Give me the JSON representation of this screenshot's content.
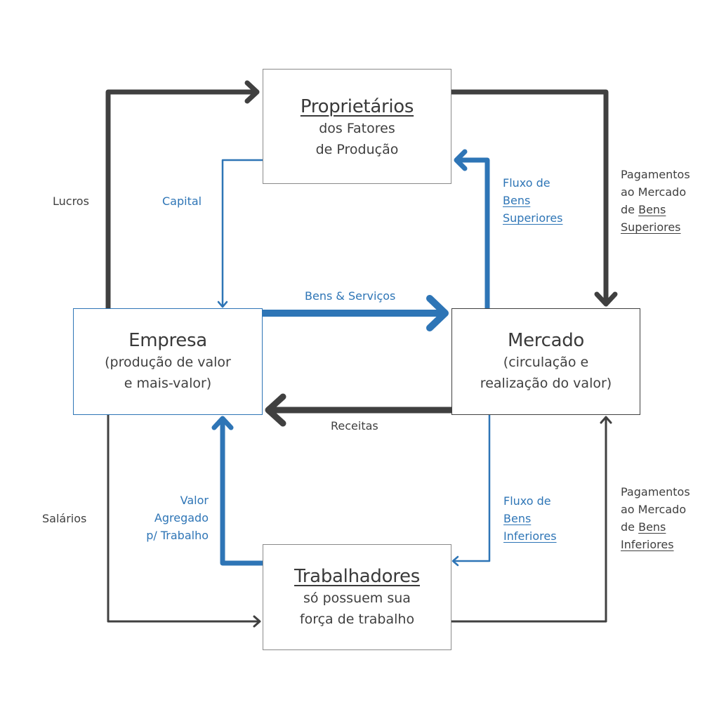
{
  "colors": {
    "blue": "#2e75b6",
    "dark": "#404040",
    "box_border": "#8a8a8a"
  },
  "nodes": {
    "proprietarios": {
      "title": "Proprietários",
      "line1": "dos Fatores",
      "line2": "de Produção"
    },
    "empresa": {
      "title": "Empresa",
      "line1": "(produção de valor",
      "line2": "e mais-valor)"
    },
    "mercado": {
      "title": "Mercado",
      "line1": "(circulação e",
      "line2": "realização do valor)"
    },
    "trabalhadores": {
      "title": "Trabalhadores",
      "line1": "só possuem sua",
      "line2": "força de trabalho"
    }
  },
  "flows": {
    "lucros": {
      "label": "Lucros",
      "from": "Empresa",
      "to": "Proprietários"
    },
    "capital": {
      "label": "Capital",
      "from": "Proprietários",
      "to": "Empresa"
    },
    "bens_servicos": {
      "label": "Bens & Serviços",
      "from": "Empresa",
      "to": "Mercado"
    },
    "receitas": {
      "label": "Receitas",
      "from": "Mercado",
      "to": "Empresa"
    },
    "fluxo_superiores": {
      "line1": "Fluxo de",
      "line2": "Bens",
      "line3": "Superiores",
      "from": "Mercado",
      "to": "Proprietários"
    },
    "pag_superiores": {
      "line1": "Pagamentos",
      "line2": "ao Mercado",
      "line3_prefix": "de ",
      "line3": "Bens",
      "line4": "Superiores",
      "from": "Proprietários",
      "to": "Mercado"
    },
    "salarios": {
      "label": "Salários",
      "from": "Empresa",
      "to": "Trabalhadores"
    },
    "valor_agregado": {
      "line1": "Valor",
      "line2": "Agregado",
      "line3": "p/ Trabalho",
      "from": "Trabalhadores",
      "to": "Empresa"
    },
    "fluxo_inferiores": {
      "line1": "Fluxo de",
      "line2": "Bens",
      "line3": "Inferiores",
      "from": "Mercado",
      "to": "Trabalhadores"
    },
    "pag_inferiores": {
      "line1": "Pagamentos",
      "line2": "ao Mercado",
      "line3_prefix": "de ",
      "line3": "Bens",
      "line4": "Inferiores",
      "from": "Trabalhadores",
      "to": "Mercado"
    }
  }
}
